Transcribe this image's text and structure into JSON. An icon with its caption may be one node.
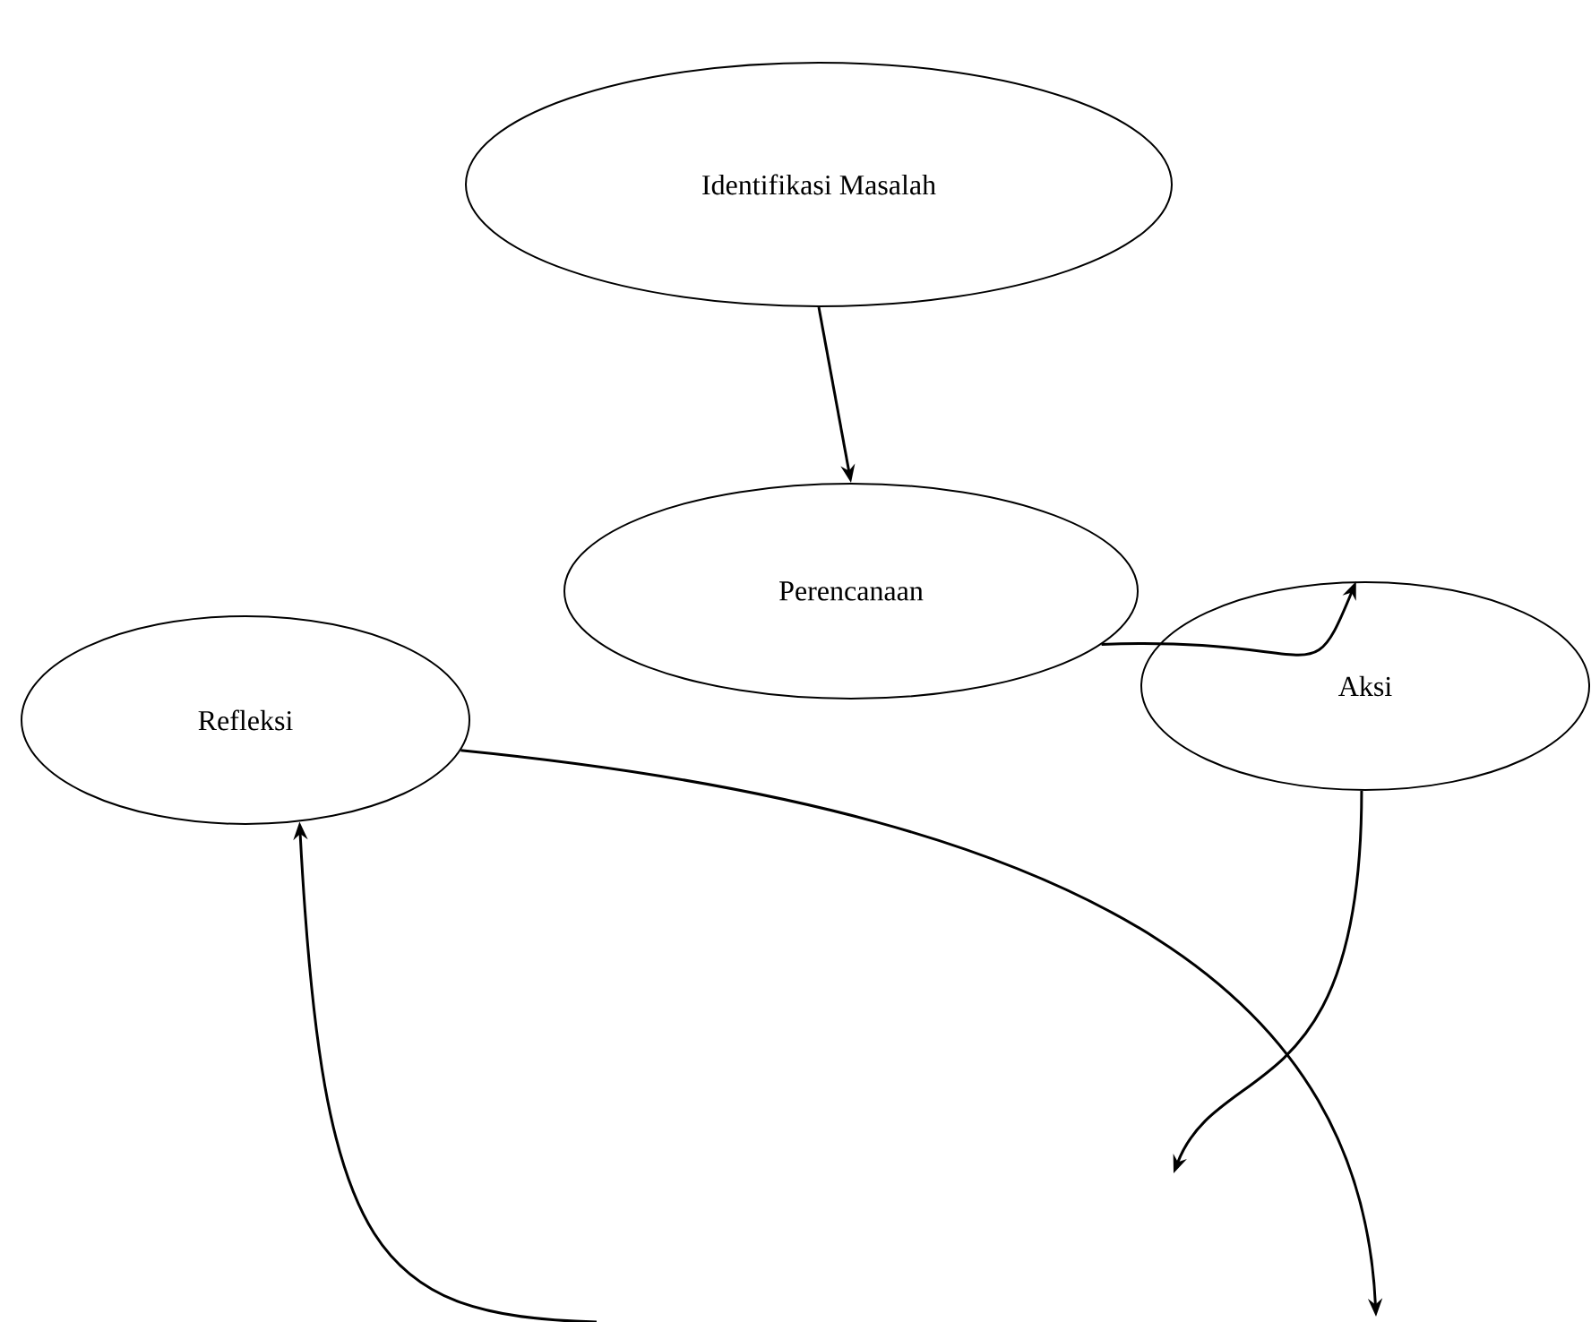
{
  "diagram": {
    "nodes": [
      {
        "text": [
          "Identifikasi  Masalah"
        ]
      },
      {
        "text": [
          "Perencanaan"
        ]
      },
      {
        "text": [
          "Aksi"
        ]
      },
      {
        "text": [
          "Refleksi"
        ]
      }
    ],
    "edges": [
      {
        "from": 0,
        "to": 1,
        "arrow": "to"
      },
      {
        "from": 1,
        "to": 2,
        "arrow": "to"
      },
      {
        "from": 2,
        "to": null,
        "arrow": "to"
      },
      {
        "from": 3,
        "to": null,
        "arrow": "to"
      },
      {
        "from": null,
        "to": 3,
        "arrow": "to"
      }
    ]
  }
}
